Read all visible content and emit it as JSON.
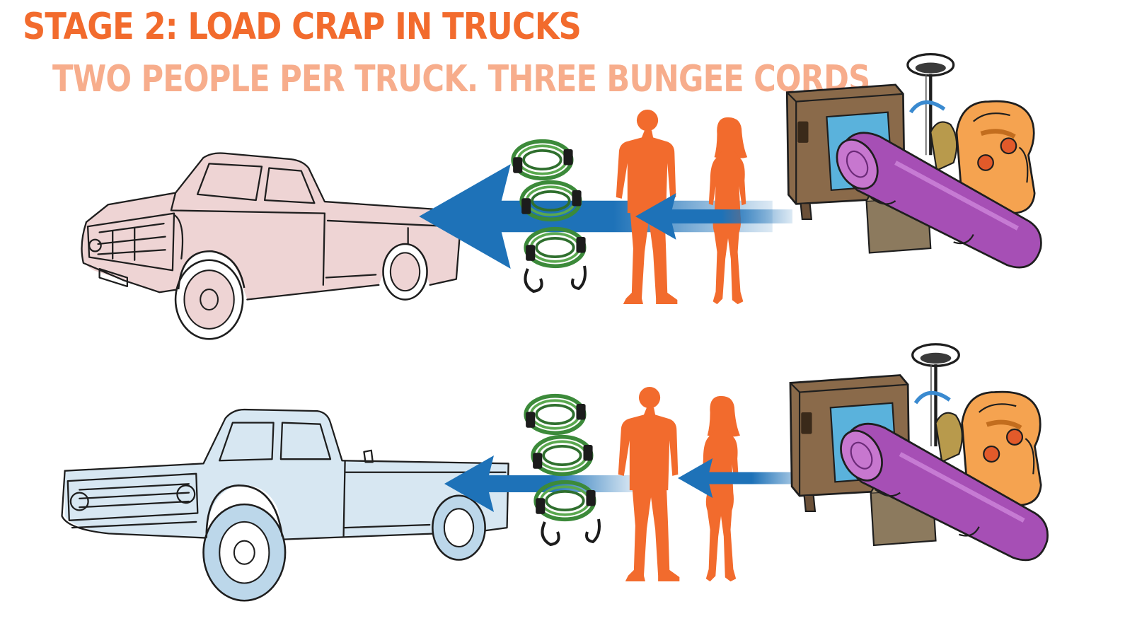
{
  "title": "STAGE 2: LOAD CRAP IN TRUCKS",
  "subtitle": "TWO PEOPLE PER TRUCK. THREE BUNGEE CORDS",
  "colors": {
    "title": "#f26b2d",
    "subtitle": "#f7ad8c",
    "arrow": "#1e72b8",
    "people": "#f26b2d",
    "bungee": "#3c8a3a",
    "truck_top_tint": "#d9a0a0",
    "truck_bottom_tint": "#bcd7ea",
    "tv": "#8a6a4a",
    "rug": "#a64fb5",
    "armchair": "#f5a350"
  },
  "rows": [
    {
      "truck": "pickup-truck-red",
      "people": 2,
      "bungee_cords": 3,
      "arrow_direction": "left"
    },
    {
      "truck": "pickup-truck-blue",
      "people": 2,
      "bungee_cords": 3,
      "arrow_direction": "left"
    }
  ]
}
